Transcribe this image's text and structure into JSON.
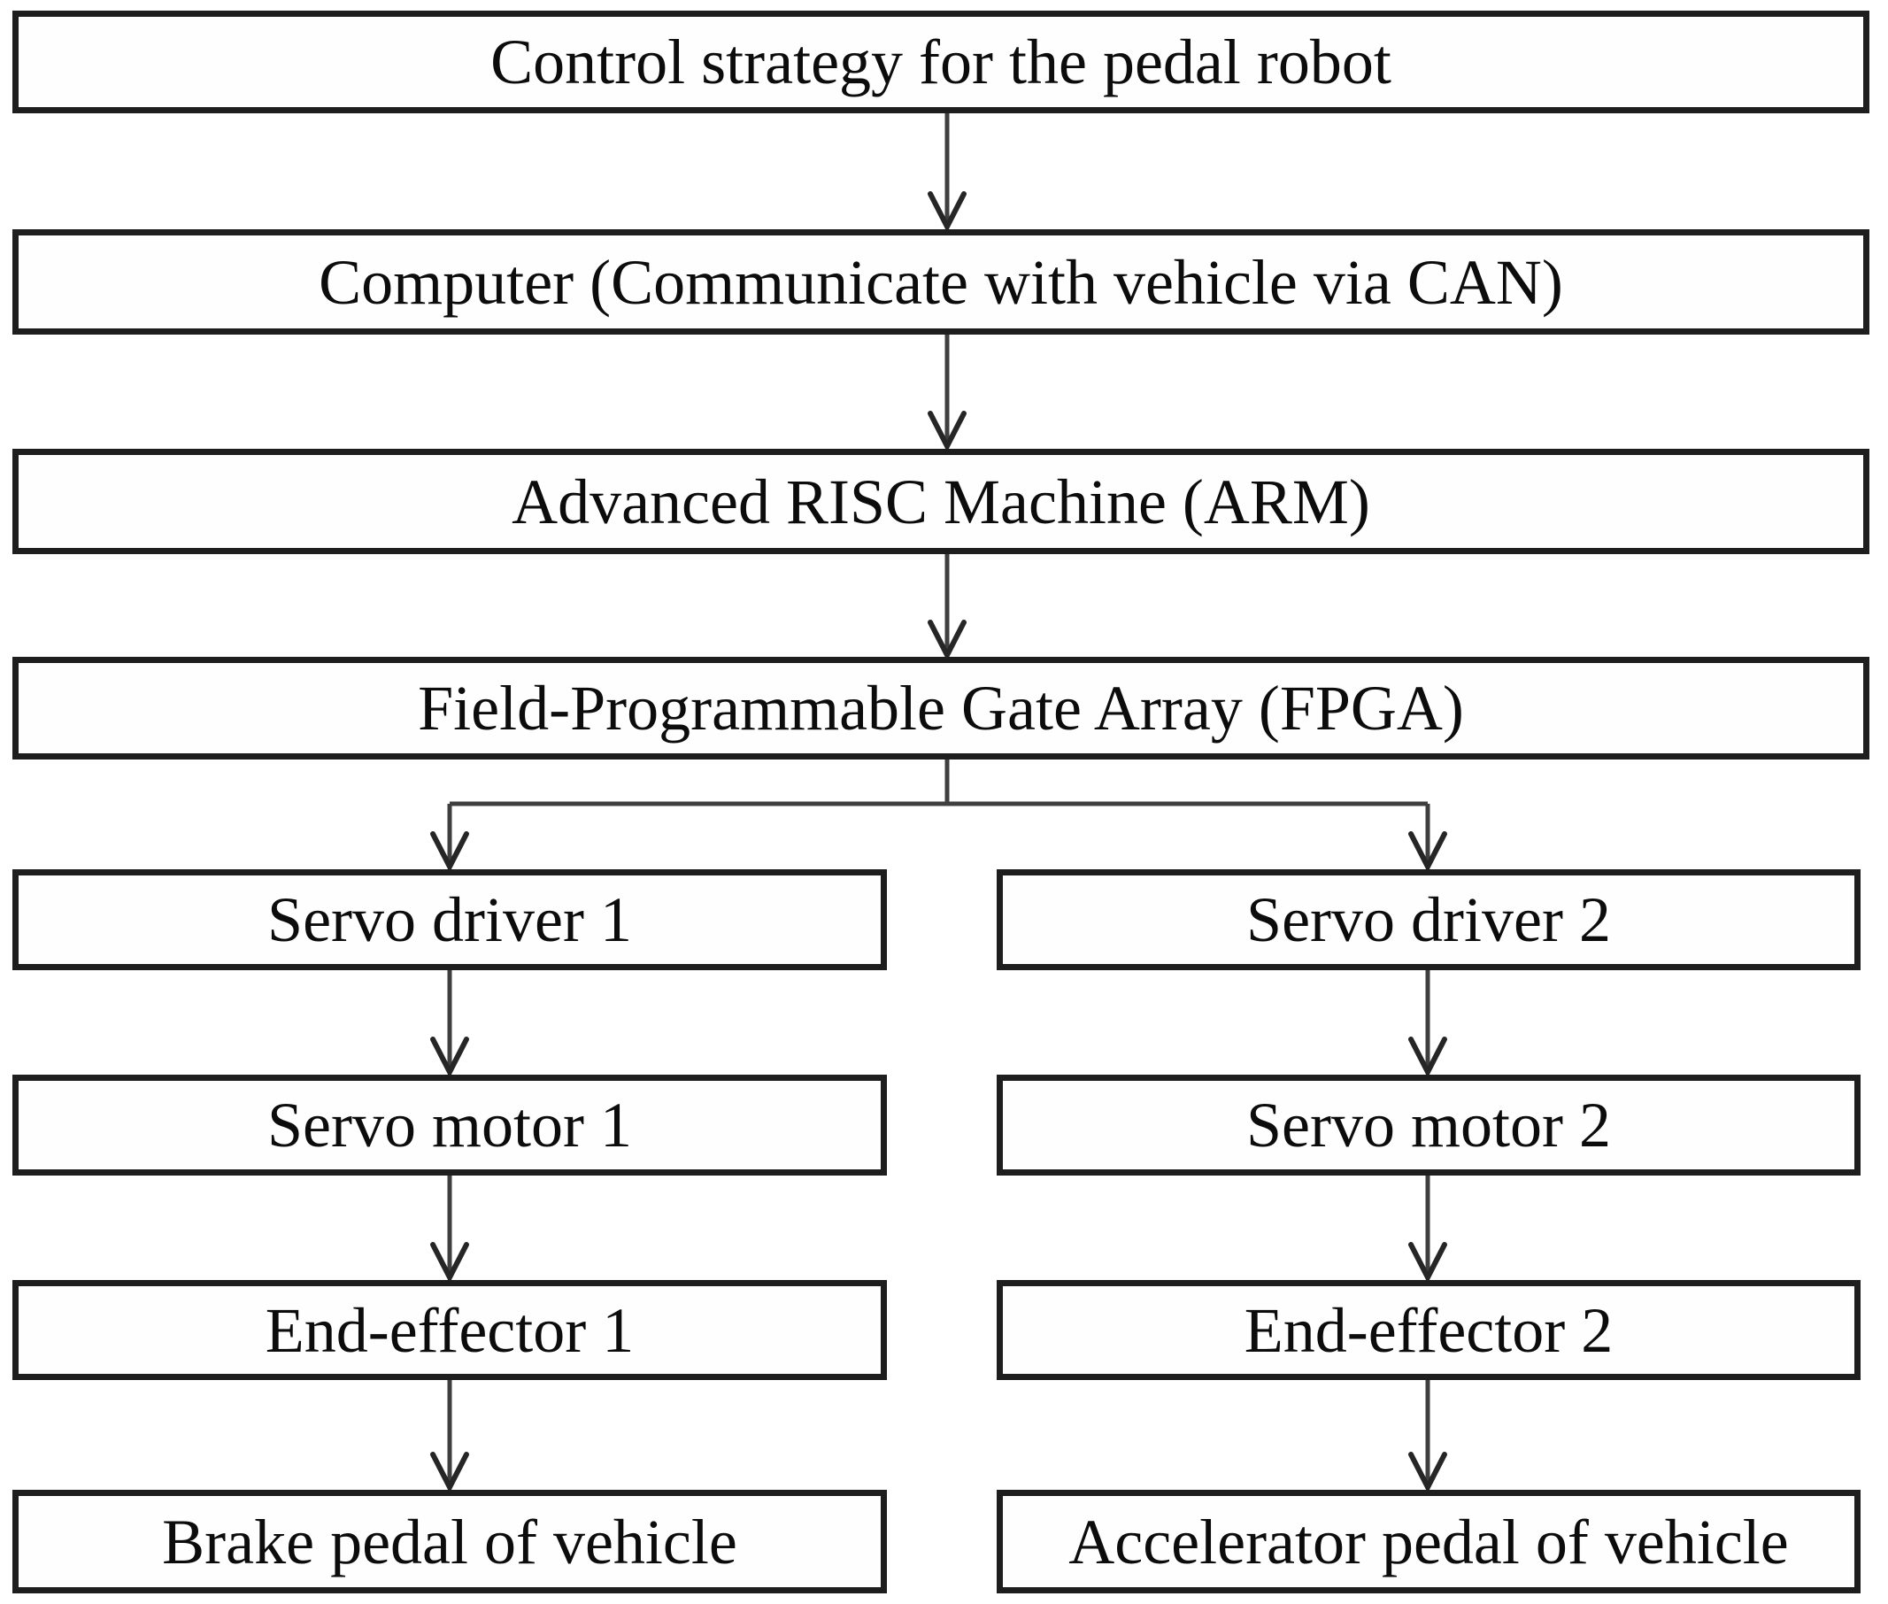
{
  "diagram": {
    "type": "flowchart",
    "nodes": {
      "control": {
        "label": "Control strategy for the pedal robot"
      },
      "computer": {
        "label": "Computer (Communicate with vehicle via CAN)"
      },
      "arm": {
        "label": "Advanced RISC Machine (ARM)"
      },
      "fpga": {
        "label": "Field-Programmable Gate Array (FPGA)"
      },
      "servo_driver_1": {
        "label": "Servo driver 1"
      },
      "servo_driver_2": {
        "label": "Servo driver 2"
      },
      "servo_motor_1": {
        "label": "Servo motor 1"
      },
      "servo_motor_2": {
        "label": "Servo motor 2"
      },
      "end_effector_1": {
        "label": "End-effector 1"
      },
      "end_effector_2": {
        "label": "End-effector 2"
      },
      "brake_pedal": {
        "label": "Brake pedal of vehicle"
      },
      "accelerator_pedal": {
        "label": "Accelerator pedal of vehicle"
      }
    },
    "connections": [
      {
        "from": "control",
        "to": "computer"
      },
      {
        "from": "computer",
        "to": "arm"
      },
      {
        "from": "arm",
        "to": "fpga"
      },
      {
        "from": "fpga",
        "to": "servo_driver_1"
      },
      {
        "from": "fpga",
        "to": "servo_driver_2"
      },
      {
        "from": "servo_driver_1",
        "to": "servo_motor_1"
      },
      {
        "from": "servo_driver_2",
        "to": "servo_motor_2"
      },
      {
        "from": "servo_motor_1",
        "to": "end_effector_1"
      },
      {
        "from": "servo_motor_2",
        "to": "end_effector_2"
      },
      {
        "from": "end_effector_1",
        "to": "brake_pedal"
      },
      {
        "from": "end_effector_2",
        "to": "accelerator_pedal"
      }
    ],
    "colors": {
      "background": "#ffffff",
      "box_fill": "#fefefe",
      "box_border": "#1e1e1e",
      "connector": "#3f3f3f",
      "text": "#0c0c0c"
    }
  }
}
